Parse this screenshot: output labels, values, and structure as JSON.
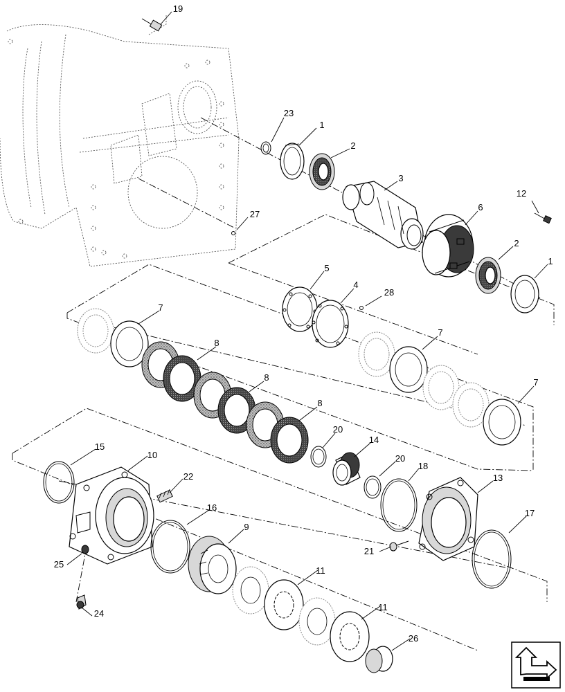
{
  "callouts": [
    {
      "id": "c1a",
      "text": "1"
    },
    {
      "id": "c1b",
      "text": "1"
    },
    {
      "id": "c2a",
      "text": "2"
    },
    {
      "id": "c2b",
      "text": "2"
    },
    {
      "id": "c3",
      "text": "3"
    },
    {
      "id": "c4",
      "text": "4"
    },
    {
      "id": "c5",
      "text": "5"
    },
    {
      "id": "c6",
      "text": "6"
    },
    {
      "id": "c7a",
      "text": "7"
    },
    {
      "id": "c7b",
      "text": "7"
    },
    {
      "id": "c7c",
      "text": "7"
    },
    {
      "id": "c8a",
      "text": "8"
    },
    {
      "id": "c8b",
      "text": "8"
    },
    {
      "id": "c8c",
      "text": "8"
    },
    {
      "id": "c9",
      "text": "9"
    },
    {
      "id": "c10",
      "text": "10"
    },
    {
      "id": "c11a",
      "text": "11"
    },
    {
      "id": "c11b",
      "text": "11"
    },
    {
      "id": "c12",
      "text": "12"
    },
    {
      "id": "c13",
      "text": "13"
    },
    {
      "id": "c14",
      "text": "14"
    },
    {
      "id": "c15",
      "text": "15"
    },
    {
      "id": "c16",
      "text": "16"
    },
    {
      "id": "c17",
      "text": "17"
    },
    {
      "id": "c18",
      "text": "18"
    },
    {
      "id": "c19",
      "text": "19"
    },
    {
      "id": "c20a",
      "text": "20"
    },
    {
      "id": "c20b",
      "text": "20"
    },
    {
      "id": "c21",
      "text": "21"
    },
    {
      "id": "c22",
      "text": "22"
    },
    {
      "id": "c23",
      "text": "23"
    },
    {
      "id": "c24",
      "text": "24"
    },
    {
      "id": "c25",
      "text": "25"
    },
    {
      "id": "c26",
      "text": "26"
    },
    {
      "id": "c27",
      "text": "27"
    },
    {
      "id": "c28",
      "text": "28"
    }
  ],
  "colors": {
    "line": "#000000",
    "background": "#ffffff",
    "shade": "#3a3a3a"
  },
  "icons": {
    "nav": "next-page-arrow-icon"
  }
}
